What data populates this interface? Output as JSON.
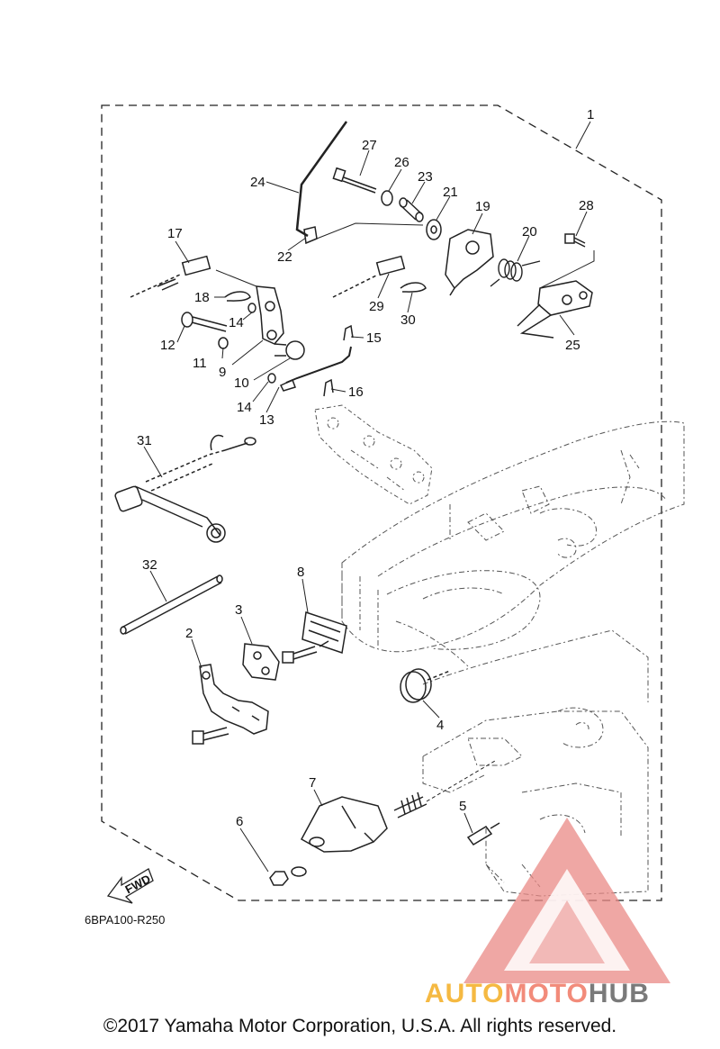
{
  "callouts": [
    "1",
    "2",
    "3",
    "4",
    "5",
    "6",
    "7",
    "8",
    "9",
    "10",
    "11",
    "12",
    "13",
    "14",
    "14",
    "15",
    "16",
    "17",
    "18",
    "19",
    "20",
    "21",
    "22",
    "23",
    "24",
    "25",
    "26",
    "27",
    "28",
    "29",
    "30",
    "31",
    "32"
  ],
  "fwd_label": "FWD",
  "diagram_code": "6BPA100-R250",
  "watermark": {
    "part1": "AUTO",
    "part2": "MOTO",
    "part3": "HUB",
    "color1": "#f5b942",
    "color2": "#f28b7a",
    "color3": "#7a7a7a"
  },
  "copyright": "©2017 Yamaha Motor Corporation, U.S.A. All rights reserved."
}
